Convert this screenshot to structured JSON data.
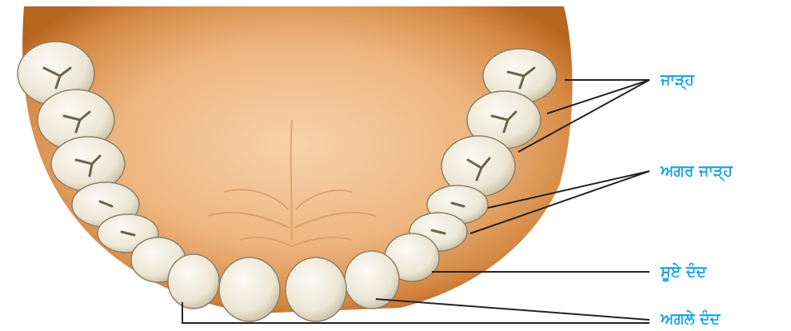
{
  "diagram": {
    "subject": "upper dental arch (palate view)",
    "colors": {
      "palate_outer": "#c9782c",
      "palate_inner": "#f3c79a",
      "tooth": "#f4f1e6",
      "tooth_shadow": "#b9ad94",
      "leader_line": "#222222",
      "label_text": "#1aa6e0"
    },
    "labels": [
      {
        "id": "molars",
        "text": "ਜਾੜ੍ਹ"
      },
      {
        "id": "premolars",
        "text": "ਅਗਰ ਜਾੜ੍ਹ"
      },
      {
        "id": "canine",
        "text": "ਸੂਏ ਦੰਦ"
      },
      {
        "id": "incisors",
        "text": "ਅਗਲੇ ਦੰਦ"
      }
    ]
  }
}
